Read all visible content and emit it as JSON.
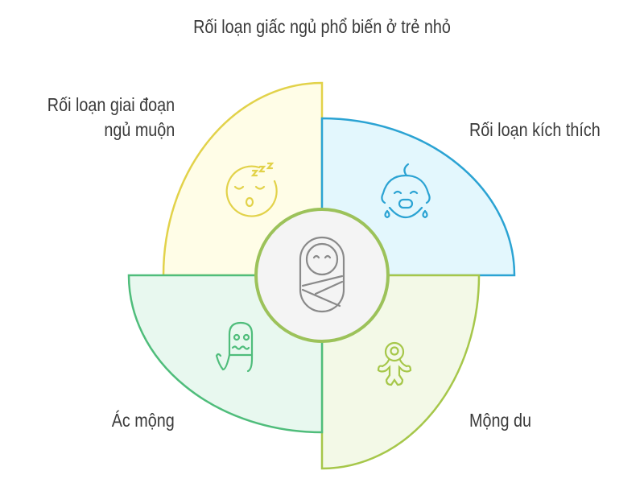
{
  "title": "Rối loạn giấc ngủ phổ biến ở trẻ nhỏ",
  "center": {
    "icon": "swaddled-baby-icon"
  },
  "segments": [
    {
      "label_line1": "Rối loạn giai đoạn",
      "label_line2": "ngủ muộn",
      "icon": "sleeping-face-icon",
      "stroke": "#e2d24a",
      "fill": "#fffde7"
    },
    {
      "label": "Rối loạn kích thích",
      "icon": "crying-baby-icon",
      "stroke": "#2ba3d3",
      "fill": "#e3f7fd"
    },
    {
      "label": "Mộng du",
      "icon": "sleepwalking-child-icon",
      "stroke": "#a6c74a",
      "fill": "#f3f9e7"
    },
    {
      "label": "Ác mộng",
      "icon": "ghost-icon",
      "stroke": "#4fbd7b",
      "fill": "#e8f8ef"
    }
  ],
  "center_fill": "#f4f4f4",
  "center_stroke": "#9cc25a"
}
